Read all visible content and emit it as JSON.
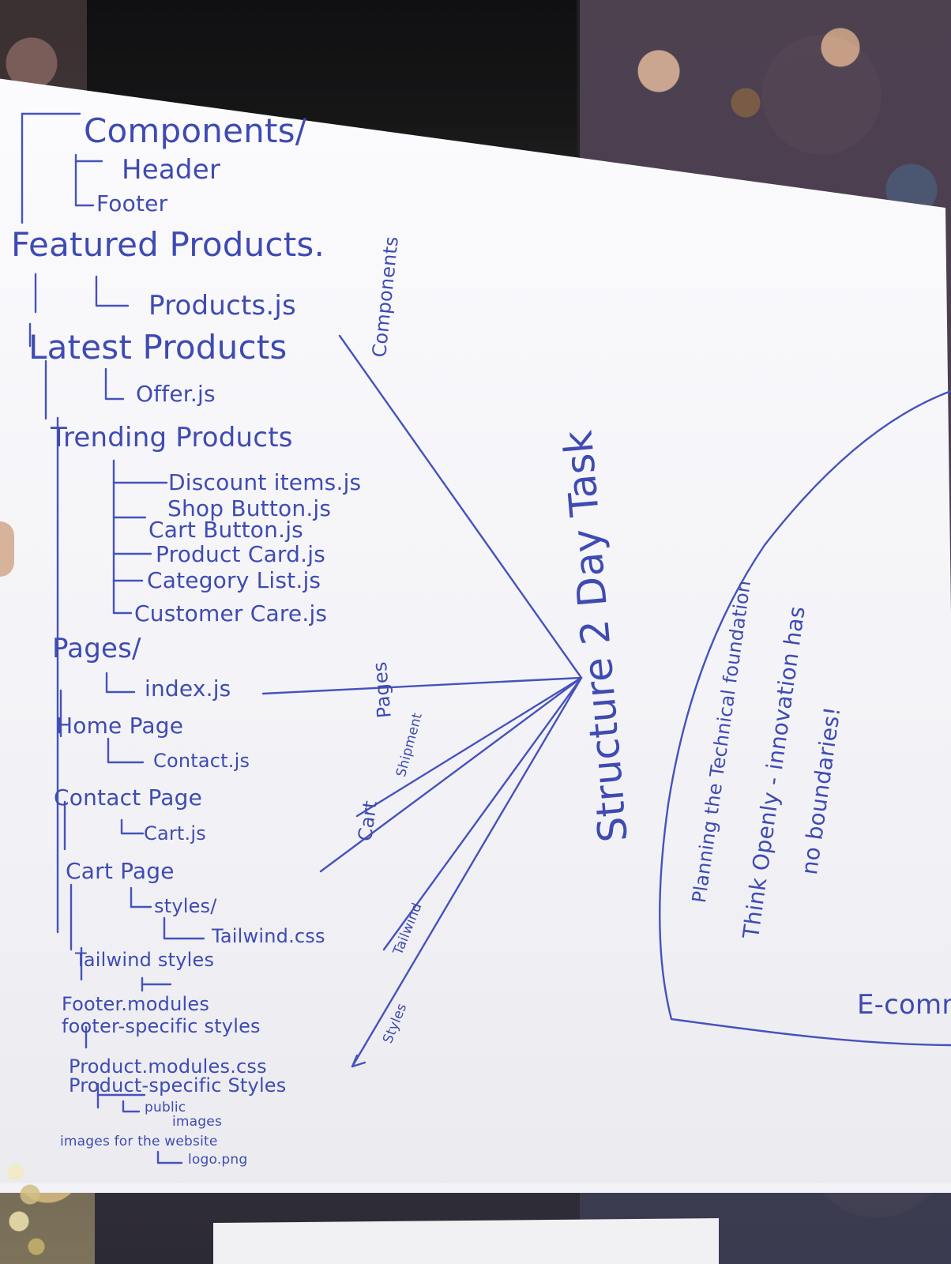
{
  "note": {
    "tree": [
      "Components/",
      "Header",
      "Footer",
      "Featured Products.",
      "Products.js",
      "Latest Products",
      "Offer.js",
      "Trending Products",
      "Discount items.js",
      "Shop Button.js",
      "Cart Button.js",
      "Product Card.js",
      "Category List.js",
      "Customer Care.js",
      "Pages/",
      "index.js",
      "Home Page",
      "Contact.js",
      "Contact Page",
      "Cart.js",
      "Cart Page",
      "styles/",
      "Tailwind.css",
      "Tailwind styles",
      "Footer.modules",
      "footer-specific styles",
      "Product.modules.css",
      "Product-specific Styles",
      "public",
      "images",
      "images for the website",
      "logo.png"
    ],
    "branches": [
      "Components",
      "Pages",
      "Shipment",
      "Cart",
      "Tailwind",
      "Styles"
    ],
    "center_title": "Structure 2 Day Task",
    "circle_lines": [
      "Planning the Technical foundation",
      "Think Openly - innovation has",
      "no boundaries!",
      "E-commerce Furniture"
    ]
  }
}
